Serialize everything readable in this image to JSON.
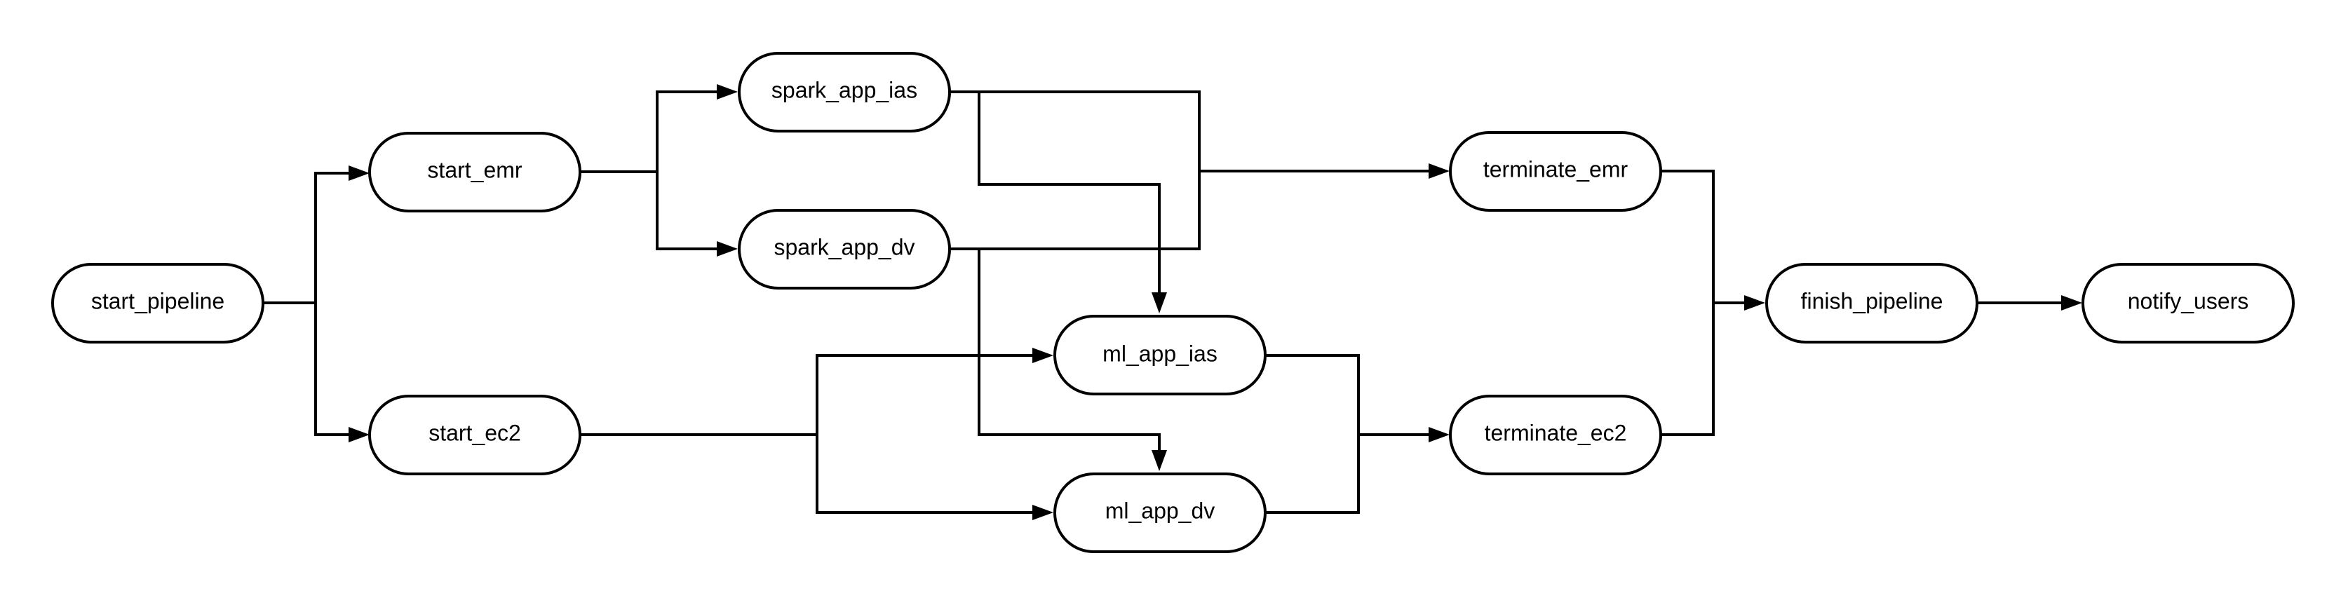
{
  "diagram": {
    "colors": {
      "stroke": "#000000",
      "fill": "#ffffff",
      "background": "#ffffff",
      "text": "#000000"
    },
    "nodes": {
      "start_pipeline": "start_pipeline",
      "start_emr": "start_emr",
      "start_ec2": "start_ec2",
      "spark_app_ias": "spark_app_ias",
      "spark_app_dv": "spark_app_dv",
      "ml_app_ias": "ml_app_ias",
      "ml_app_dv": "ml_app_dv",
      "terminate_emr": "terminate_emr",
      "terminate_ec2": "terminate_ec2",
      "finish_pipeline": "finish_pipeline",
      "notify_users": "notify_users"
    },
    "edges": [
      {
        "from": "start_pipeline",
        "to": "start_emr"
      },
      {
        "from": "start_pipeline",
        "to": "start_ec2"
      },
      {
        "from": "start_emr",
        "to": "spark_app_ias"
      },
      {
        "from": "start_emr",
        "to": "spark_app_dv"
      },
      {
        "from": "spark_app_ias",
        "to": "terminate_emr"
      },
      {
        "from": "spark_app_dv",
        "to": "terminate_emr"
      },
      {
        "from": "spark_app_ias",
        "to": "ml_app_ias"
      },
      {
        "from": "spark_app_dv",
        "to": "ml_app_dv"
      },
      {
        "from": "start_ec2",
        "to": "ml_app_ias"
      },
      {
        "from": "start_ec2",
        "to": "ml_app_dv"
      },
      {
        "from": "ml_app_ias",
        "to": "terminate_ec2"
      },
      {
        "from": "ml_app_dv",
        "to": "terminate_ec2"
      },
      {
        "from": "terminate_emr",
        "to": "finish_pipeline"
      },
      {
        "from": "terminate_ec2",
        "to": "finish_pipeline"
      },
      {
        "from": "finish_pipeline",
        "to": "notify_users"
      }
    ]
  }
}
